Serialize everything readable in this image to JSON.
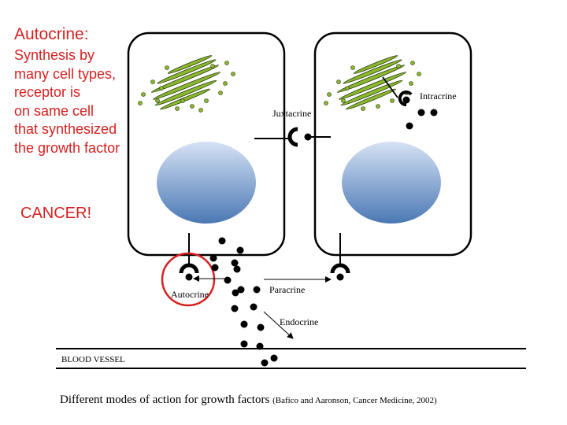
{
  "heading": "Autocrine:",
  "description": "Synthesis by\nmany cell types,\nreceptor is\non same cell\nthat synthesized\nthe growth factor",
  "highlight": "CANCER!",
  "labels": {
    "intracrine": "Intracrine",
    "juxtacrine": "Juxtacrine",
    "autocrine": "Autocrine",
    "paracrine": "Paracrine",
    "endocrine": "Endocrine",
    "blood_vessel": "BLOOD VESSEL"
  },
  "caption": {
    "text": "Different modes of action for growth factors",
    "citation": "(Bafico and Aaronson, Cancer Medicine, 2002)"
  },
  "colors": {
    "heading_text": "#d62020",
    "highlight_circle": "#d62020",
    "golgi": "#8ab82e",
    "nucleus_light": "#d6e2f4",
    "nucleus_dark": "#4a78b4"
  }
}
